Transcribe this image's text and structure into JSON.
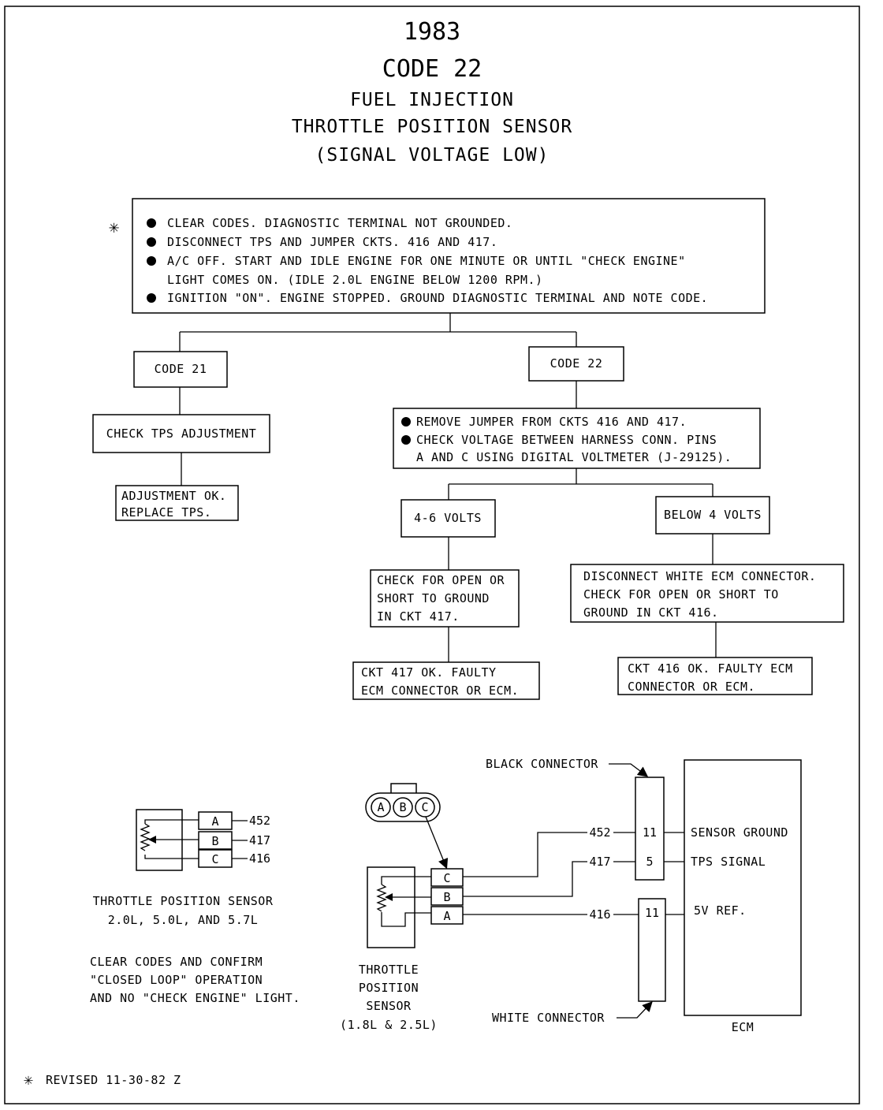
{
  "header": {
    "year": "1983",
    "code": "CODE 22",
    "line1": "FUEL INJECTION",
    "line2": "THROTTLE POSITION SENSOR",
    "line3": "(SIGNAL VOLTAGE LOW)"
  },
  "revision_mark": "✳",
  "steps": {
    "initial": [
      "CLEAR CODES. DIAGNOSTIC TERMINAL NOT GROUNDED.",
      "DISCONNECT TPS AND JUMPER CKTS. 416 AND 417.",
      "A/C OFF. START AND IDLE ENGINE FOR ONE MINUTE OR UNTIL \"CHECK ENGINE\"",
      "LIGHT COMES ON. (IDLE 2.0L ENGINE BELOW 1200 RPM.)",
      "IGNITION \"ON\". ENGINE STOPPED. GROUND DIAGNOSTIC TERMINAL AND NOTE CODE."
    ],
    "code21": "CODE 21",
    "code22": "CODE 22",
    "check_tps": "CHECK TPS ADJUSTMENT",
    "adjust_ok": [
      "ADJUSTMENT OK.",
      "REPLACE TPS."
    ],
    "remove_jumper": [
      "REMOVE JUMPER FROM CKTS 416 AND 417.",
      "CHECK VOLTAGE BETWEEN HARNESS CONN. PINS",
      "A AND C USING DIGITAL VOLTMETER (J-29125)."
    ],
    "volts_46": "4-6 VOLTS",
    "volts_below4": "BELOW 4 VOLTS",
    "check_417": [
      "CHECK FOR OPEN OR",
      "SHORT TO GROUND",
      "IN CKT 417."
    ],
    "check_416": [
      "DISCONNECT WHITE ECM CONNECTOR.",
      "CHECK FOR OPEN OR SHORT TO",
      "GROUND IN CKT 416."
    ],
    "ckt417_ok": [
      "CKT 417 OK. FAULTY",
      "ECM CONNECTOR OR ECM."
    ],
    "ckt416_ok": [
      "CKT 416 OK. FAULTY ECM",
      "CONNECTOR OR ECM."
    ]
  },
  "left_sensor": {
    "pins": [
      "A",
      "B",
      "C"
    ],
    "circuits": [
      "452",
      "417",
      "416"
    ],
    "caption": [
      "THROTTLE POSITION SENSOR",
      "2.0L, 5.0L, AND 5.7L"
    ]
  },
  "note": [
    "CLEAR CODES AND CONFIRM",
    "\"CLOSED LOOP\" OPERATION",
    "AND NO \"CHECK ENGINE\" LIGHT."
  ],
  "right_diagram": {
    "connector_face": [
      "A",
      "B",
      "C"
    ],
    "sensor_pins": [
      "C",
      "B",
      "A"
    ],
    "circuits": [
      "452",
      "417",
      "416"
    ],
    "ecm_pins": [
      "11",
      "5",
      "11"
    ],
    "ecm_signals": [
      "SENSOR GROUND",
      "TPS SIGNAL",
      "5V REF."
    ],
    "black_connector": "BLACK CONNECTOR",
    "white_connector": "WHITE CONNECTOR",
    "sensor_caption": [
      "THROTTLE",
      "POSITION",
      "SENSOR",
      "(1.8L & 2.5L)"
    ],
    "ecm_label": "ECM"
  },
  "footer": {
    "mark": "✳",
    "text": "REVISED 11-30-82 Z"
  }
}
